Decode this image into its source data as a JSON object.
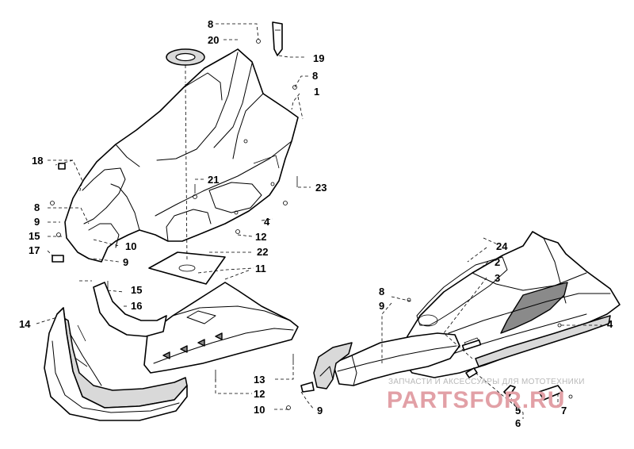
{
  "callouts": {
    "c1": "1",
    "c2": "2",
    "c3": "3",
    "c4a": "4",
    "c4b": "4",
    "c5": "5",
    "c6": "6",
    "c7": "7",
    "c8a": "8",
    "c8b": "8",
    "c8c": "8",
    "c8d": "8",
    "c9a": "9",
    "c9b": "9",
    "c9c": "9",
    "c9d": "9",
    "c10a": "10",
    "c10b": "10",
    "c11": "11",
    "c12a": "12",
    "c12b": "12",
    "c13": "13",
    "c14": "14",
    "c15a": "15",
    "c15b": "15",
    "c16": "16",
    "c17": "17",
    "c18": "18",
    "c19": "19",
    "c20": "20",
    "c21": "21",
    "c22": "22",
    "c23": "23",
    "c24": "24"
  },
  "watermark": {
    "tagline": "ЗАПЧАСТИ И АКСЕССУАРЫ ДЛЯ МОТОТЕХНИКИ",
    "brand": "PARTSFOR.RU"
  },
  "colors": {
    "line": "#000000",
    "background": "#ffffff",
    "watermark": "#e2a0a6"
  }
}
